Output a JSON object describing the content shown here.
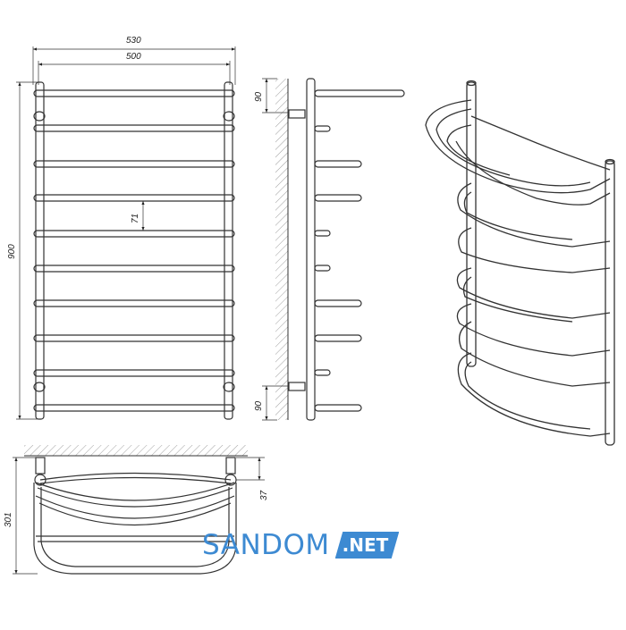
{
  "dimensions": {
    "overall_width": "530",
    "inner_width": "500",
    "height": "900",
    "rail_pitch": "71",
    "top_mount": "90",
    "bottom_mount": "90",
    "wall_offset": "37",
    "depth": "301"
  },
  "brand": {
    "name": "SANDOM",
    "suffix": ".NET",
    "color": "#3d8ad2"
  },
  "line_color": "#333333"
}
